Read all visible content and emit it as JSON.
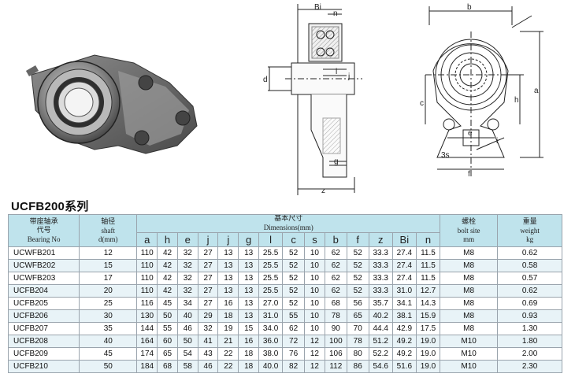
{
  "drawing": {
    "side_view_labels": {
      "bi": "Bi",
      "n": "n",
      "d": "d",
      "l": "l",
      "j": "j",
      "g": "g",
      "z": "z"
    },
    "front_view_labels": {
      "b": "b",
      "a": "a",
      "c": "c",
      "h": "h",
      "e": "e",
      "f": "f",
      "s": "3s",
      "i": "i"
    }
  },
  "series_title": "UCFB200系列",
  "table": {
    "headers": {
      "bearing_no_cn1": "带座轴承",
      "bearing_no_cn2": "代号",
      "bearing_no_en": "Bearing No",
      "shaft_cn": "轴径",
      "shaft_en1": "shaft",
      "shaft_en2": "d(mm)",
      "dims_cn": "基本尺寸",
      "dims_en": "Dimensions(mm)",
      "bolt_cn": "螺栓",
      "bolt_en1": "bolt site",
      "bolt_en2": "mm",
      "weight_cn": "重量",
      "weight_en1": "weight",
      "weight_en2": "kg"
    },
    "dim_columns": [
      "a",
      "h",
      "e",
      "j",
      "j",
      "g",
      "l",
      "c",
      "s",
      "b",
      "f",
      "z",
      "Bi",
      "n"
    ],
    "rows": [
      {
        "model": "UCWFB201",
        "shaft": "12",
        "dims": [
          "110",
          "42",
          "32",
          "27",
          "13",
          "13",
          "25.5",
          "52",
          "10",
          "62",
          "52",
          "33.3",
          "27.4",
          "11.5"
        ],
        "bolt": "M8",
        "weight": "0.62"
      },
      {
        "model": "UCWFB202",
        "shaft": "15",
        "dims": [
          "110",
          "42",
          "32",
          "27",
          "13",
          "13",
          "25.5",
          "52",
          "10",
          "62",
          "52",
          "33.3",
          "27.4",
          "11.5"
        ],
        "bolt": "M8",
        "weight": "0.58"
      },
      {
        "model": "UCWFB203",
        "shaft": "17",
        "dims": [
          "110",
          "42",
          "32",
          "27",
          "13",
          "13",
          "25.5",
          "52",
          "10",
          "62",
          "52",
          "33.3",
          "27.4",
          "11.5"
        ],
        "bolt": "M8",
        "weight": "0.57"
      },
      {
        "model": "UCFB204",
        "shaft": "20",
        "dims": [
          "110",
          "42",
          "32",
          "27",
          "13",
          "13",
          "25.5",
          "52",
          "10",
          "62",
          "52",
          "33.3",
          "31.0",
          "12.7"
        ],
        "bolt": "M8",
        "weight": "0.62"
      },
      {
        "model": "UCFB205",
        "shaft": "25",
        "dims": [
          "116",
          "45",
          "34",
          "27",
          "16",
          "13",
          "27.0",
          "52",
          "10",
          "68",
          "56",
          "35.7",
          "34.1",
          "14.3"
        ],
        "bolt": "M8",
        "weight": "0.69"
      },
      {
        "model": "UCFB206",
        "shaft": "30",
        "dims": [
          "130",
          "50",
          "40",
          "29",
          "18",
          "13",
          "31.0",
          "55",
          "10",
          "78",
          "65",
          "40.2",
          "38.1",
          "15.9"
        ],
        "bolt": "M8",
        "weight": "0.93"
      },
      {
        "model": "UCFB207",
        "shaft": "35",
        "dims": [
          "144",
          "55",
          "46",
          "32",
          "19",
          "15",
          "34.0",
          "62",
          "10",
          "90",
          "70",
          "44.4",
          "42.9",
          "17.5"
        ],
        "bolt": "M8",
        "weight": "1.30"
      },
      {
        "model": "UCFB208",
        "shaft": "40",
        "dims": [
          "164",
          "60",
          "50",
          "41",
          "21",
          "16",
          "36.0",
          "72",
          "12",
          "100",
          "78",
          "51.2",
          "49.2",
          "19.0"
        ],
        "bolt": "M10",
        "weight": "1.80"
      },
      {
        "model": "UCFB209",
        "shaft": "45",
        "dims": [
          "174",
          "65",
          "54",
          "43",
          "22",
          "18",
          "38.0",
          "76",
          "12",
          "106",
          "80",
          "52.2",
          "49.2",
          "19.0"
        ],
        "bolt": "M10",
        "weight": "2.00"
      },
      {
        "model": "UCFB210",
        "shaft": "50",
        "dims": [
          "184",
          "68",
          "58",
          "46",
          "22",
          "18",
          "40.0",
          "82",
          "12",
          "112",
          "86",
          "54.6",
          "51.6",
          "19.0"
        ],
        "bolt": "M10",
        "weight": "2.30"
      }
    ]
  }
}
